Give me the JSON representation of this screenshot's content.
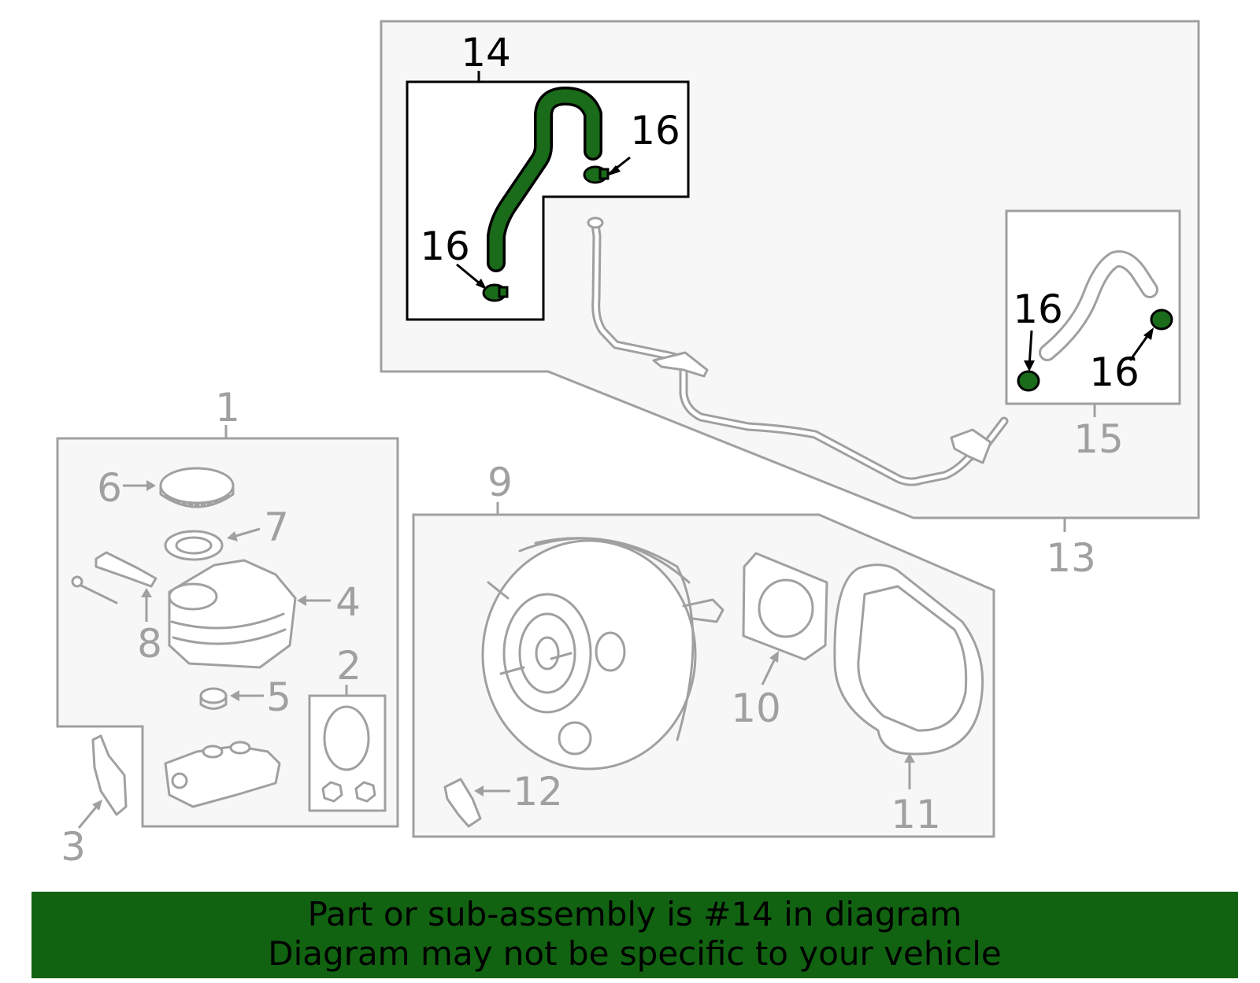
{
  "labels": {
    "l1": "1",
    "l2": "2",
    "l3": "3",
    "l4": "4",
    "l5": "5",
    "l6": "6",
    "l7": "7",
    "l8": "8",
    "l9": "9",
    "l10": "10",
    "l11": "11",
    "l12": "12",
    "l13": "13",
    "l14": "14",
    "l15": "15",
    "l16": "16"
  },
  "colors": {
    "highlight": "#1a6b1a",
    "outline": "#a0a0a0",
    "footer_bg": "#116211"
  },
  "highlighted_part": "14",
  "footer": {
    "line1": "Part or sub-assembly is #14 in diagram",
    "line2": "Diagram may not be specific to your vehicle"
  }
}
